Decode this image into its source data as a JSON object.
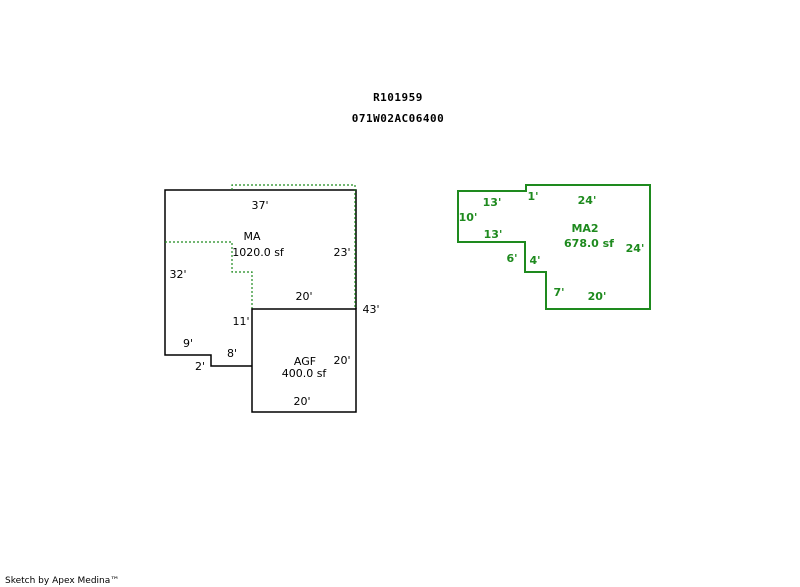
{
  "header": {
    "account_id": "R101959",
    "map_number": "071W02AC06400"
  },
  "colors": {
    "line": "#000000",
    "accent": "#1e8a1e"
  },
  "ma": {
    "label": "MA",
    "area": "1020.0 sf",
    "dims": {
      "top": "37'",
      "right": "23'",
      "left": "32'",
      "inner_top": "20'",
      "inner_left": "11'",
      "bottom_left": "9'",
      "step_vertical": "2'",
      "step_horizontal": "8'",
      "total_right": "43'"
    }
  },
  "agf": {
    "label": "AGF",
    "area": "400.0 sf",
    "dims": {
      "right": "20'",
      "bottom": "20'"
    }
  },
  "ma2": {
    "label": "MA2",
    "area": "678.0 sf",
    "dims": {
      "top_left": "13'",
      "step_top": "1'",
      "top_right": "24'",
      "left": "10'",
      "inner_left": "13'",
      "right": "24'",
      "step_left": "6'",
      "step_inner": "4'",
      "bottom_step": "7'",
      "bottom": "20'"
    }
  },
  "footer": {
    "credit": "Sketch by Apex Medina™"
  }
}
